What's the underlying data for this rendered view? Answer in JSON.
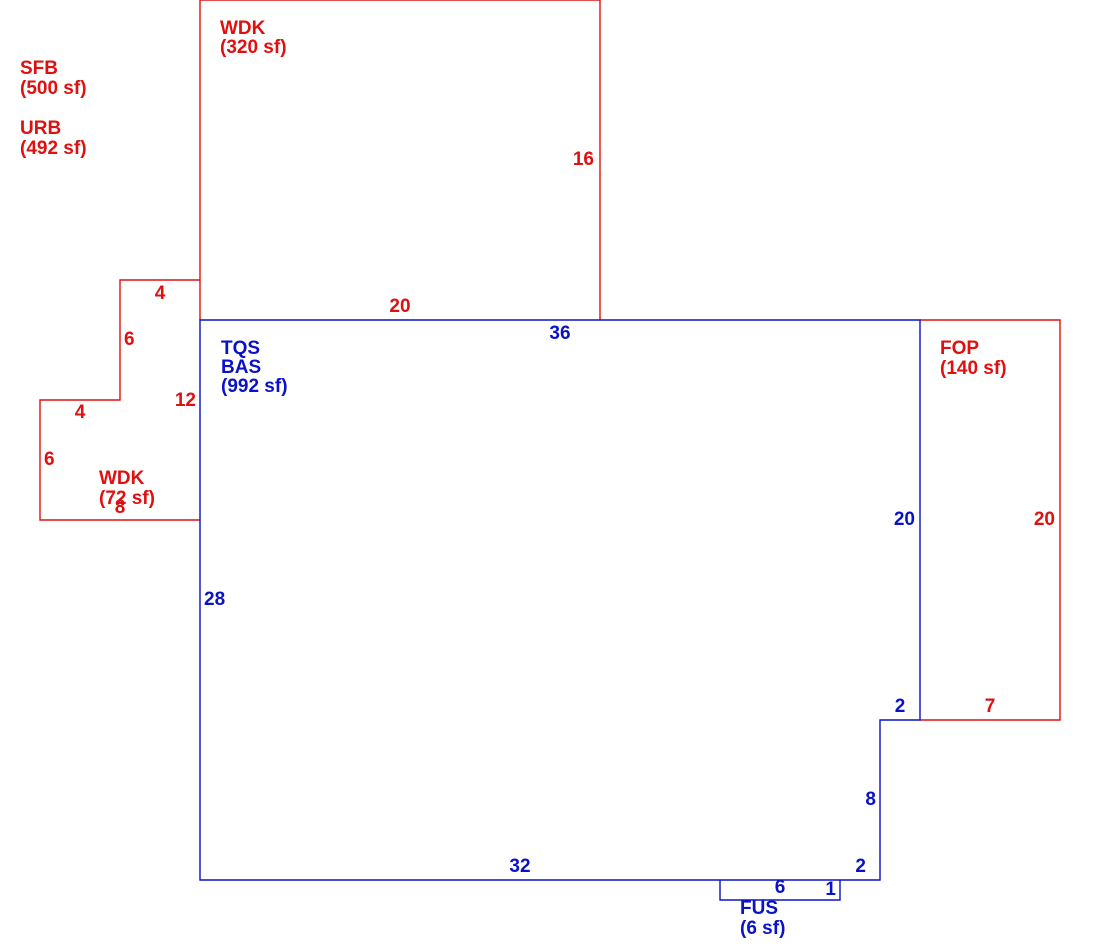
{
  "colors": {
    "red": "#e01010",
    "blue": "#0a12c8"
  },
  "legend": [
    {
      "code": "SFB",
      "area": "(500 sf)"
    },
    {
      "code": "URB",
      "area": "(492 sf)"
    }
  ],
  "areas": {
    "wdk_top": {
      "code": "WDK",
      "area": "(320 sf)"
    },
    "bas": {
      "code1": "TQS",
      "code2": "BAS",
      "area": "(992 sf)"
    },
    "fop": {
      "code": "FOP",
      "area": "(140 sf)"
    },
    "wdk_left": {
      "code": "WDK",
      "area": "(72 sf)"
    },
    "fus": {
      "code": "FUS",
      "area": "(6 sf)"
    }
  },
  "dims": {
    "wdk_top_right": "16",
    "wdk_top_bottom": "20",
    "wdk_left_top": "4",
    "wdk_left_upper_side": "6",
    "wdk_left_mid": "4",
    "wdk_left_right": "12",
    "wdk_left_lower_side": "6",
    "wdk_left_bottom": "8",
    "bas_top": "36",
    "bas_left": "28",
    "bas_right": "20",
    "bas_notch_top": "2",
    "bas_notch_side": "8",
    "bas_notch_bottom": "2",
    "bas_bottom": "32",
    "fop_right": "20",
    "fop_bottom": "7",
    "fus_top": "6",
    "fus_side": "1"
  }
}
